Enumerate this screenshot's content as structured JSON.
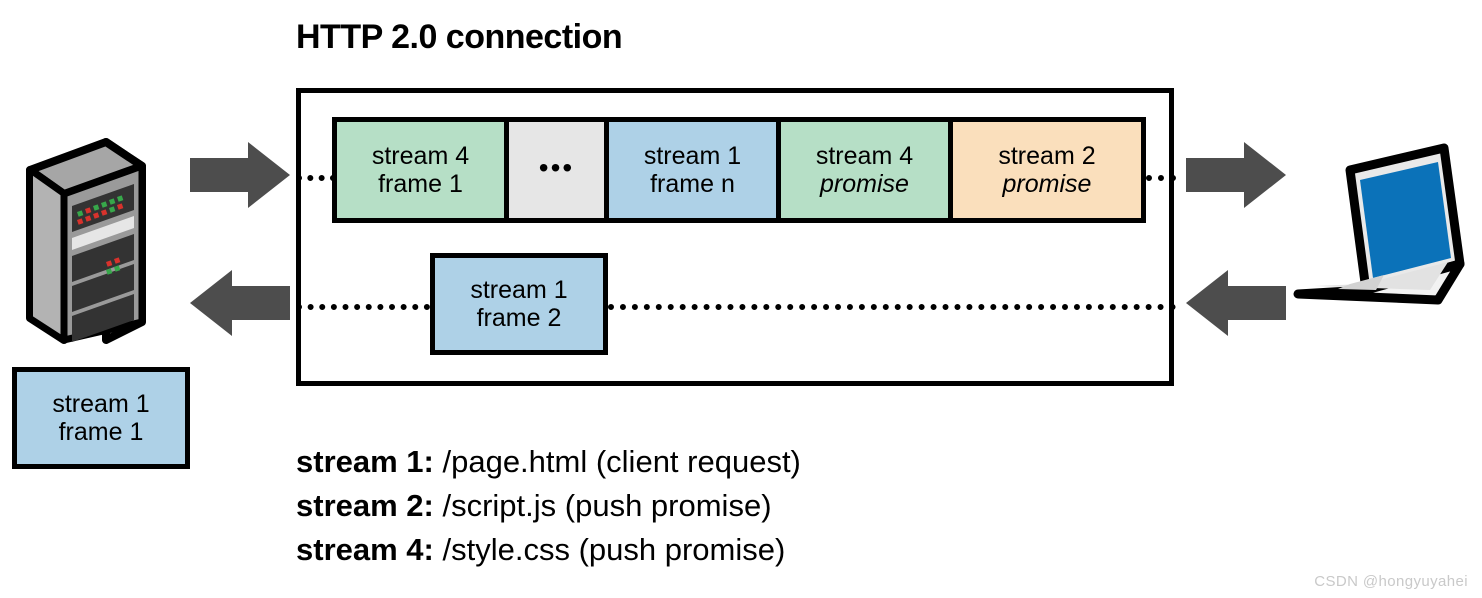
{
  "title": "HTTP 2.0 connection",
  "frame_strip": {
    "name": "multiplexed-frame-stream",
    "cells": [
      {
        "line1": "stream 4",
        "line2": "frame 1",
        "italic2": false,
        "fill": "#b6dfc6",
        "kind": "data-frame"
      },
      {
        "line1": "",
        "line2": "•••",
        "italic2": false,
        "fill": "#e6e6e6",
        "kind": "ellipsis"
      },
      {
        "line1": "stream 1",
        "line2": "frame n",
        "italic2": false,
        "fill": "#aed1e7",
        "kind": "data-frame"
      },
      {
        "line1": "stream 4",
        "line2": "promise",
        "italic2": true,
        "fill": "#b6dfc6",
        "kind": "push-promise"
      },
      {
        "line1": "stream 2",
        "line2": "promise",
        "italic2": true,
        "fill": "#fadfbc",
        "kind": "push-promise"
      }
    ]
  },
  "inbound_frame": {
    "line1": "stream 1",
    "line2": "frame 2",
    "fill": "#aed1e7"
  },
  "pending_frame": {
    "line1": "stream 1",
    "line2": "frame 1",
    "fill": "#aed1e7"
  },
  "legend": {
    "rows": [
      {
        "stream": "stream 1",
        "colon": ":",
        "detail": "/page.html  (client request)"
      },
      {
        "stream": "stream 2",
        "colon": ":",
        "detail": "/script.js  (push promise)"
      },
      {
        "stream": "stream 4",
        "colon": ":",
        "detail": "/style.css  (push promise)"
      }
    ]
  },
  "endpoints": {
    "server_label": "server",
    "client_label": "client-laptop"
  },
  "colors": {
    "green_frame": "#b6dfc6",
    "blue_frame": "#aed1e7",
    "orange_frame": "#fadfbc",
    "gray_frame": "#e6e6e6",
    "arrow": "#4d4d4d",
    "outline": "#000000",
    "laptop_screen": "#0b72b9",
    "server_body": "#8f8f8f",
    "watermark": "#c9c9c9"
  },
  "watermark": "CSDN @hongyuyahei"
}
